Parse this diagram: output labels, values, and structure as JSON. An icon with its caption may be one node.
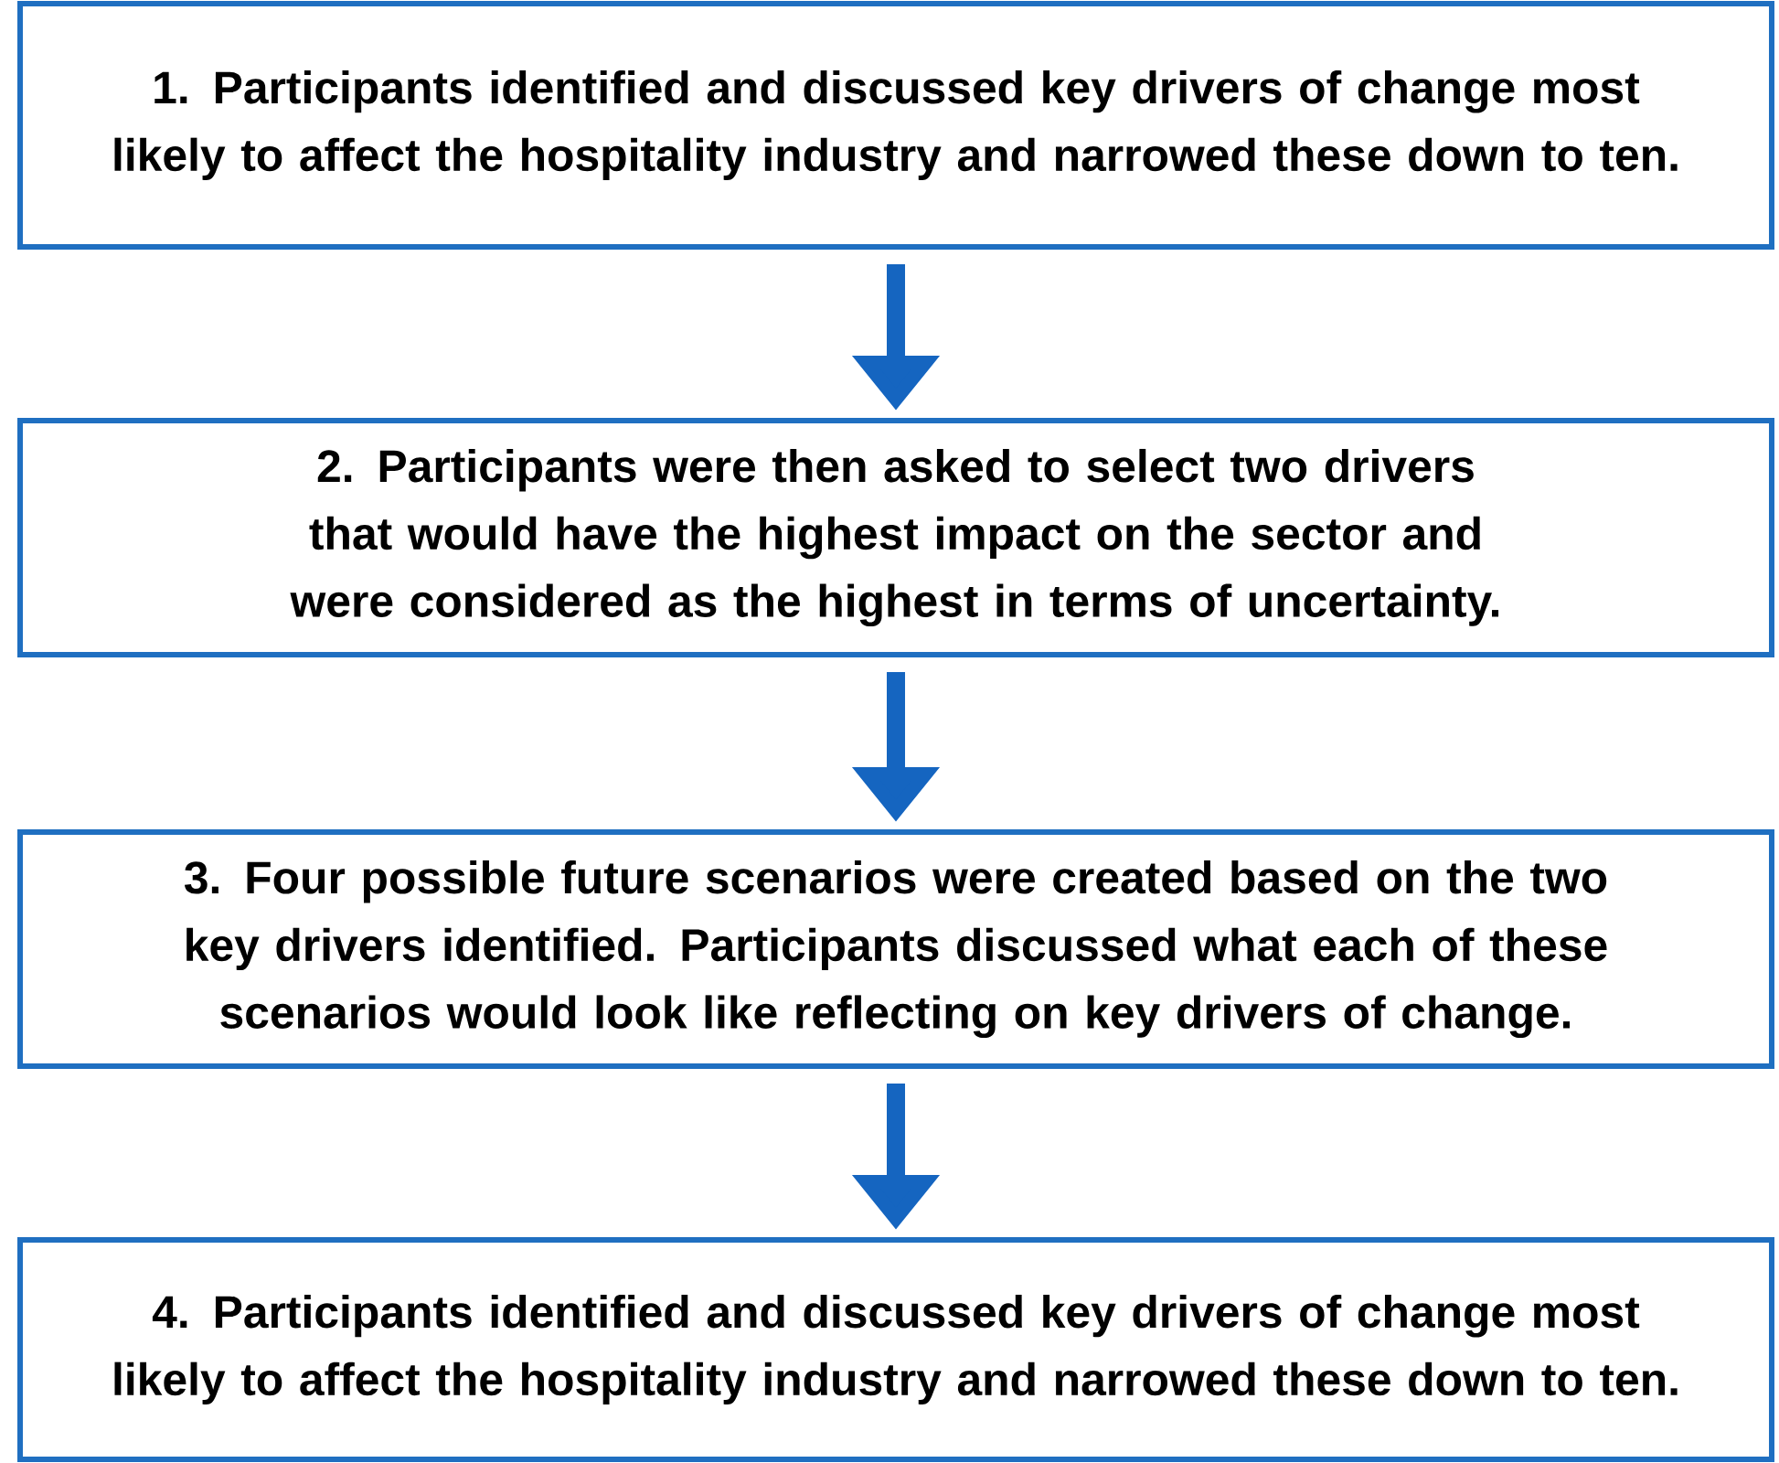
{
  "diagram": {
    "nodes": [
      {
        "text": [
          "1. Participants identified and discussed key drivers of change most likely to affect the hospitality industry and narrowed these down to ten."
        ]
      },
      {
        "text": [
          "2. Participants were then asked to select two drivers that would have the highest impact on the sector and were considered as the highest in terms of uncertainty."
        ]
      },
      {
        "text": [
          "3. Four possible future scenarios were created based on the two key drivers identified. Participants discussed what each of these scenarios would look like reflecting on key drivers of change."
        ]
      },
      {
        "text": [
          "4. Participants identified and discussed key drivers of change most likely to affect the hospitality industry and narrowed these down to ten."
        ]
      }
    ],
    "edges": [
      {
        "from": 0,
        "to": 1,
        "arrow": "to"
      },
      {
        "from": 1,
        "to": 2,
        "arrow": "to"
      },
      {
        "from": 2,
        "to": 3,
        "arrow": "to"
      }
    ]
  }
}
